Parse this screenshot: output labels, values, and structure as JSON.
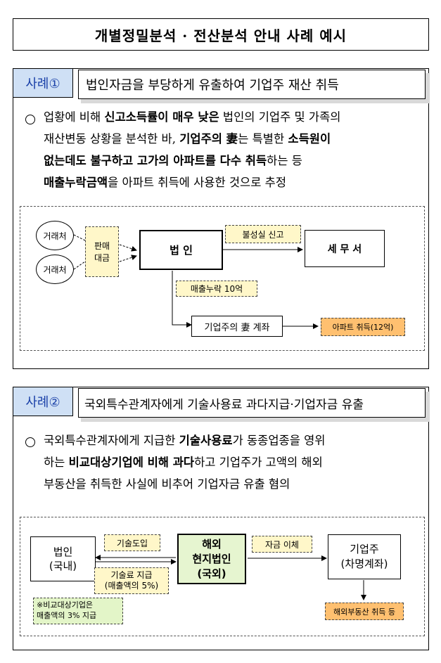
{
  "title": "개별정밀분석 · 전산분석 안내 사례 예시",
  "case1": {
    "tag": "사례①",
    "heading": "법인자금을 부당하게 유출하여 기업주 재산 취득",
    "bullet_lines": [
      [
        {
          "t": "업황에 비해 ",
          "b": false
        },
        {
          "t": "신고소득률이 매우 낮은",
          "b": true
        },
        {
          "t": " 법인의 기업주 및 가족의",
          "b": false
        }
      ],
      [
        {
          "t": "재산변동 상황을 분석한 바, ",
          "b": false
        },
        {
          "t": "기업주의 妻",
          "b": true
        },
        {
          "t": "는 특별한 ",
          "b": false
        },
        {
          "t": "소득원이",
          "b": true
        }
      ],
      [
        {
          "t": "없는데도 불구하고 고가의 아파트를 다수 취득",
          "b": true
        },
        {
          "t": "하는 등",
          "b": false
        }
      ],
      [
        {
          "t": "매출누락금액",
          "b": true
        },
        {
          "t": "을 아파트 취득에 사용한 것으로 추정",
          "b": false
        }
      ]
    ],
    "diagram": {
      "client1": "거래처",
      "client2": "거래처",
      "sales_payment": "판매\n대금",
      "corporation": "법  인",
      "false_report": "불성실 신고",
      "tax_office": "세 무 서",
      "omitted_sales": "매출누락 10억",
      "wife_account": "기업주의 妻 계좌",
      "apartment": "아파트 취득(12억)"
    }
  },
  "case2": {
    "tag": "사례②",
    "heading": "국외특수관계자에게 기술사용료 과다지급·기업자금 유출",
    "bullet_lines": [
      [
        {
          "t": "국외특수관계자에게 지급한 ",
          "b": false
        },
        {
          "t": "기술사용료",
          "b": true
        },
        {
          "t": "가 동종업종을 영위",
          "b": false
        }
      ],
      [
        {
          "t": "하는 ",
          "b": false
        },
        {
          "t": "비교대상기업에 비해 과다",
          "b": true
        },
        {
          "t": "하고 기업주가 고액의 해외",
          "b": false
        }
      ],
      [
        {
          "t": "부동산을 취득한 사실에 비추어 기업자금 유출 혐의",
          "b": false
        }
      ]
    ],
    "diagram": {
      "corp_domestic": "법인\n(국내)",
      "tech_import": "기술도입",
      "royalty": "기술료 지급\n(매출액의 5%)",
      "local_corp": "해외\n현지법인\n(국외)",
      "fund_transfer": "자금 이체",
      "owner": "기업주\n(차명계좌)",
      "comparison_note": "※비교대상기업은\n  매출액의 3% 지급",
      "overseas_property": "해외부동산 취득 등"
    }
  }
}
